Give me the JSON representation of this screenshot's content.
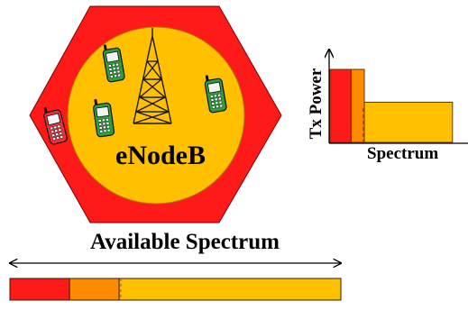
{
  "cell": {
    "station_label": "eNodeB",
    "outer_zone_color": "#ff1a1a",
    "inner_zone_color": "#ffc000",
    "tower_icon": "cell-tower-icon",
    "devices": [
      {
        "name": "phone-cell-edge",
        "icon": "mobile-phone-icon",
        "color": "#e8303a",
        "zone": "edge"
      },
      {
        "name": "phone-center-1",
        "icon": "mobile-phone-icon",
        "color": "#2e9e3a",
        "zone": "center"
      },
      {
        "name": "phone-center-2",
        "icon": "mobile-phone-icon",
        "color": "#2e9e3a",
        "zone": "center"
      },
      {
        "name": "phone-center-3",
        "icon": "mobile-phone-icon",
        "color": "#2e9e3a",
        "zone": "center"
      }
    ]
  },
  "power_chart": {
    "y_label": "Tx Power",
    "x_label": "Spectrum",
    "levels": [
      {
        "name": "edge-band",
        "color": "#ff1a1a",
        "start": 0.0,
        "end": 0.16,
        "power": 1.0
      },
      {
        "name": "shared-band",
        "color": "#ff8c00",
        "start": 0.16,
        "end": 0.26,
        "power": 1.0
      },
      {
        "name": "center-band",
        "color": "#ffc000",
        "start": 0.26,
        "end": 0.93,
        "power": 0.55
      }
    ]
  },
  "spectrum": {
    "label": "Available Spectrum",
    "segments": [
      {
        "name": "edge-band",
        "color": "#ff1a1a",
        "fraction": 0.18
      },
      {
        "name": "shared-band",
        "color": "#ff8c00",
        "fraction": 0.15
      },
      {
        "name": "center-band",
        "color": "#ffc000",
        "fraction": 0.67
      }
    ]
  }
}
